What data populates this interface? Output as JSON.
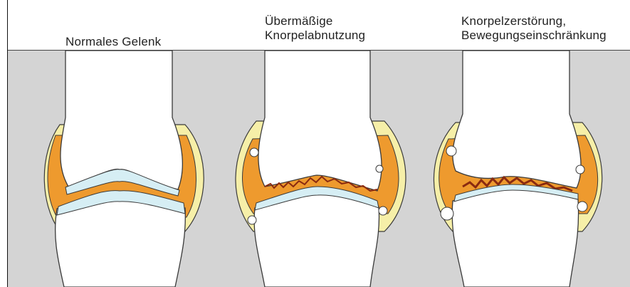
{
  "panels": [
    {
      "title_lines": [
        "Normales Gelenk"
      ]
    },
    {
      "title_lines": [
        "Übermäßige",
        "Knorpelabnutzung"
      ]
    },
    {
      "title_lines": [
        "Knorpelzerstörung,",
        "Bewegungseinschränkung"
      ]
    }
  ],
  "colors": {
    "background": "#d4d4d4",
    "bone": "#ffffff",
    "capsule": "#f6efa8",
    "synovial_fluid": "#ee9a2e",
    "cartilage": "#d6eef4",
    "damage": "#8a2a10",
    "outline": "#3a3a3a"
  }
}
